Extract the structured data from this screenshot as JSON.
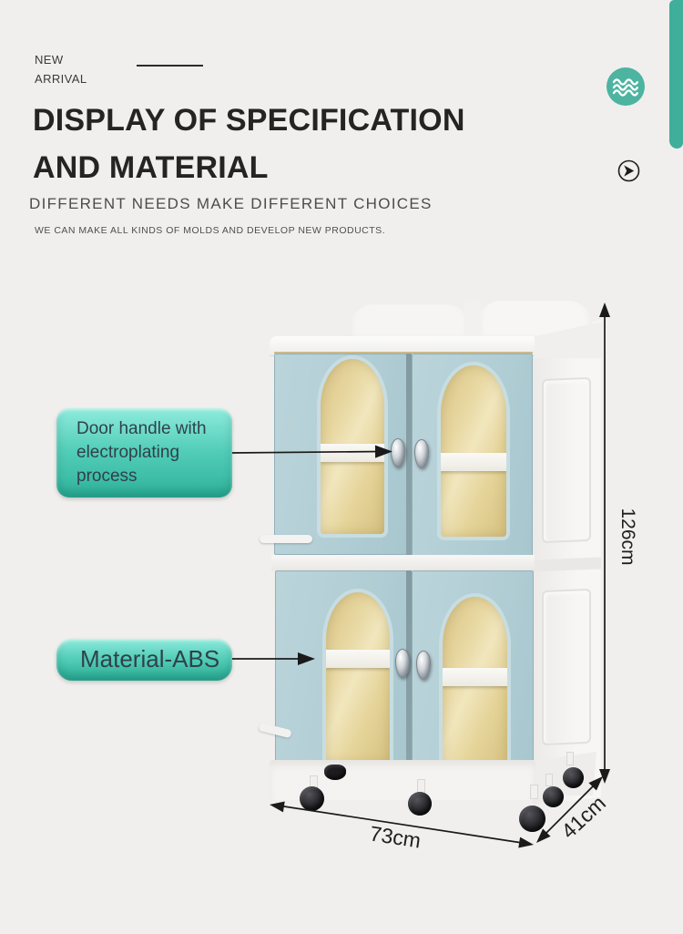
{
  "page": {
    "background": "#f0efed",
    "accent_teal": "#3fae9a",
    "callout_teal": "#52cdb8"
  },
  "header": {
    "badge": {
      "line1": "NEW",
      "line2": "ARRIVAL"
    },
    "title": {
      "line1": "DISPLAY OF SPECIFICATION",
      "line2": "AND MATERIAL"
    },
    "subtitle": "DIFFERENT NEEDS MAKE DIFFERENT CHOICES",
    "tagline": "WE CAN MAKE ALL KINDS OF MOLDS AND DEVELOP NEW PRODUCTS."
  },
  "icons": {
    "waves": "waves-icon",
    "play": "play-icon"
  },
  "callouts": {
    "door_handle": {
      "lines": [
        "Door handle with",
        "electroplating",
        "process"
      ]
    },
    "material": {
      "label": "Material-ABS"
    }
  },
  "dimensions": {
    "height": "126cm",
    "width": "73cm",
    "depth": "41cm"
  }
}
